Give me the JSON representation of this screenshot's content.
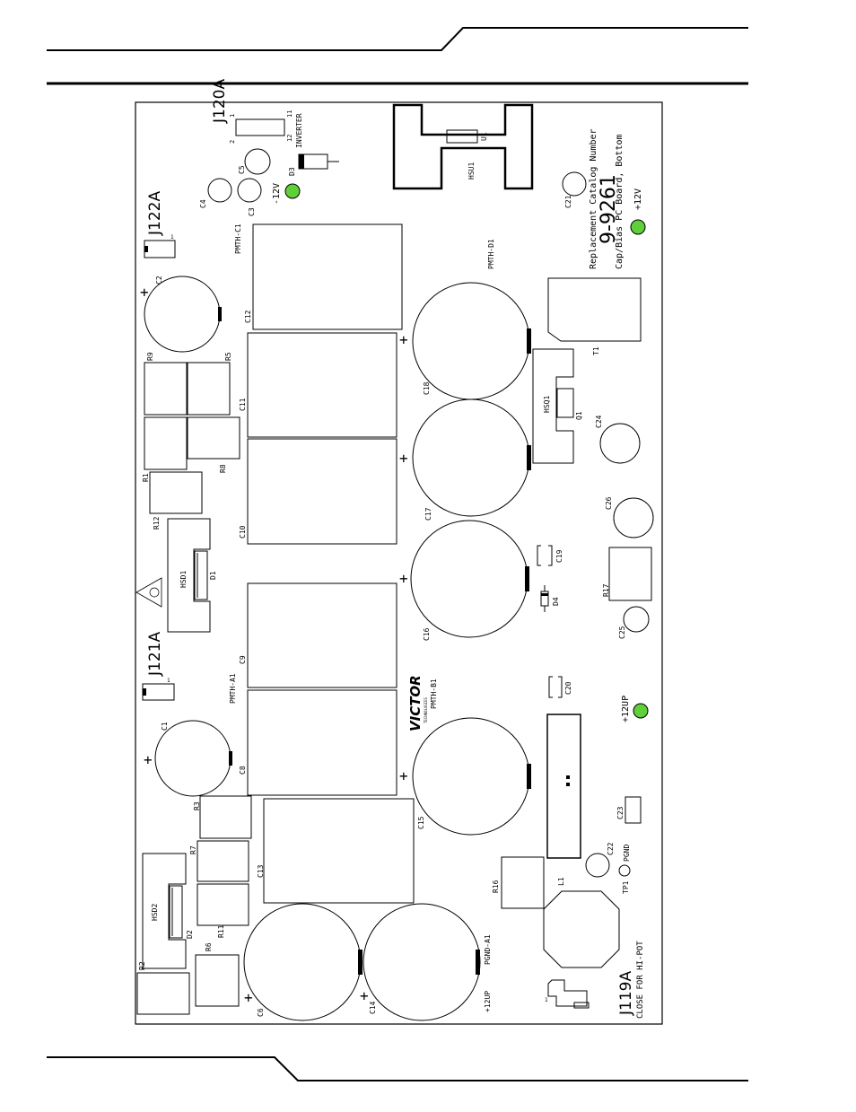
{
  "board": {
    "connectors": {
      "j120a": "J120A",
      "j122a": "J122A",
      "j121a": "J121A",
      "j119a": "J119A",
      "inverter": "INVERTER",
      "close_for_hipot": "CLOSE FOR HI-POT"
    },
    "title": {
      "line1": "Replacement Catalog Number",
      "catalog_number": "9-9261",
      "line2": "Cap/Bias PC Board, Bottom"
    },
    "test_points": {
      "minus12v": "-12V",
      "plus12v": "+12V",
      "plus12vp": "+12UP",
      "tp1": "TP1",
      "pgnd": "PGND"
    },
    "pin_numbers": {
      "one": "1",
      "two": "2",
      "eleven": "11",
      "twelve": "12"
    },
    "plus_sign": "+",
    "labels": {
      "c1": "C1",
      "c2": "C2",
      "c3": "C3",
      "c4": "C4",
      "c5": "C5",
      "c6": "C6",
      "c8": "C8",
      "c9": "C9",
      "c10": "C10",
      "c11": "C11",
      "c12": "C12",
      "c13": "C13",
      "c14": "C14",
      "c15": "C15",
      "c16": "C16",
      "c17": "C17",
      "c18": "C18",
      "c19": "C19",
      "c20": "C20",
      "c21": "C21",
      "c22": "C22",
      "c23": "C23",
      "c24": "C24",
      "c25": "C25",
      "c26": "C26",
      "r1": "R1",
      "r2": "R2",
      "r3": "R3",
      "r5": "R5",
      "r6": "R6",
      "r7": "R7",
      "r8": "R8",
      "r9": "R9",
      "r11": "R11",
      "r12": "R12",
      "r16": "R16",
      "r17": "R17",
      "d1": "D1",
      "d2": "D2",
      "d3": "D3",
      "d4": "D4",
      "hsd1": "HSD1",
      "hsd2": "HSD2",
      "hsq1": "HSQ1",
      "hsu1": "HSU1",
      "u1": "U1",
      "q1": "Q1",
      "t1": "T1",
      "l1": "L1",
      "pmth_a1": "PMTH-A1",
      "pmth_b1": "PMTH-B1",
      "pmth_c1": "PMTH-C1",
      "pmth_d1": "PMTH-D1",
      "pgnd_a1": "PGND-A1",
      "plus12vp_bottom": "+12UP"
    },
    "logo": {
      "brand": "VICTOR",
      "sub": "TECHNOLOGIES"
    }
  },
  "colors": {
    "test_point_fill": "#5fcf3a",
    "line": "#000000"
  }
}
